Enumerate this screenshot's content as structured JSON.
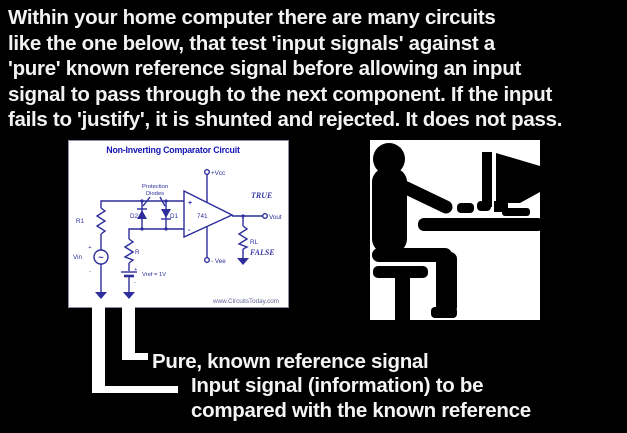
{
  "intro": {
    "lines": [
      "Within your home computer there are many circuits",
      "like the one below, that test 'input signals' against a",
      "'pure' known reference signal before allowing an input",
      "signal to pass through to the next component. If the input",
      "fails to 'justify', it is shunted and rejected. It does not pass."
    ]
  },
  "circuit": {
    "title": "Non-Inverting Comparator Circuit",
    "labels": {
      "protection1": "Protection",
      "protection2": "Diodes",
      "d2": "D2",
      "d1": "D1",
      "r1": "R1",
      "r": "R",
      "vin": "Vin",
      "vin_plus": "+",
      "vin_minus": "-",
      "ac": "~",
      "bat_plus": "+",
      "bat_minus": "-",
      "vref": "Vref = 1V",
      "opamp": "741",
      "plus_input": "+",
      "minus_input": "-",
      "vcc": "+Vcc",
      "vee": "- Vee",
      "vout": "Vout",
      "rl": "RL",
      "true_label": "TRUE",
      "false_label": "FALSE",
      "website": "www.CircuitsToday.com"
    }
  },
  "icons": {
    "computer_user": "person-at-computer-desk"
  },
  "callouts": {
    "reference": "Pure, known reference signal",
    "input_line1": "Input signal (information) to be",
    "input_line2": "compared with the known reference"
  },
  "colors": {
    "background": "#000000",
    "text_white": "#f2f2f2",
    "circuit_blue": "#2d2d9b",
    "title_blue": "#1414b4",
    "panel_white": "#ffffff",
    "icon_black": "#000000"
  }
}
